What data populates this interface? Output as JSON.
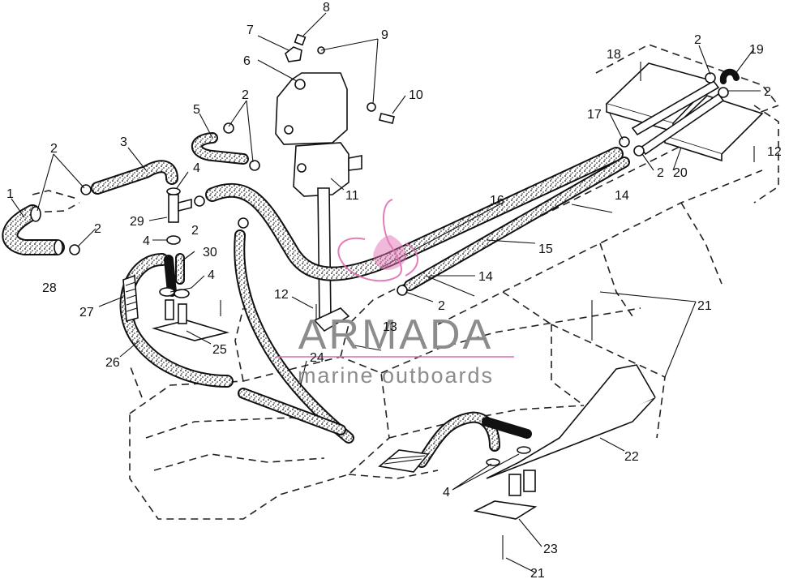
{
  "callouts": {
    "c1": "1",
    "c2a": "2",
    "c2b": "2",
    "c2c": "2",
    "c2d": "2",
    "c2e": "2",
    "c2f": "2",
    "c2g": "2",
    "c2h": "2",
    "c3": "3",
    "c4a": "4",
    "c4b": "4",
    "c4c": "4",
    "c4d": "4",
    "c5": "5",
    "c6": "6",
    "c7": "7",
    "c8": "8",
    "c9": "9",
    "c10": "10",
    "c11": "11",
    "c12a": "12",
    "c12b": "12",
    "c13": "13",
    "c14a": "14",
    "c14b": "14",
    "c15": "15",
    "c16": "16",
    "c17": "17",
    "c18": "18",
    "c19": "19",
    "c20": "20",
    "c21a": "21",
    "c21b": "21",
    "c22": "22",
    "c23": "23",
    "c24": "24",
    "c25": "25",
    "c26": "26",
    "c27": "27",
    "c28": "28",
    "c29": "29",
    "c30": "30"
  },
  "watermark": {
    "brand": "ARMADA",
    "tagline": "marine outboards"
  },
  "colors": {
    "line": "#111111",
    "watermark_text": "#8c8c8c",
    "watermark_logo": "#e06fb0"
  }
}
